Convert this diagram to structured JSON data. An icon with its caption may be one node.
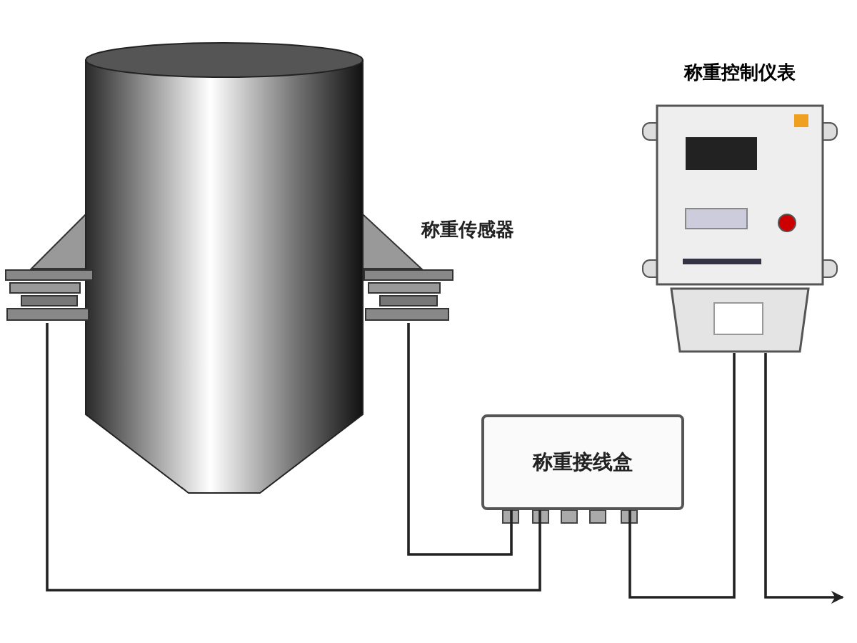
{
  "diagram": {
    "nodes": [
      {
        "text": [],
        "shape": "picture"
      },
      {
        "text": [],
        "shape": "picture"
      },
      {
        "text": [
          "称重接线盒"
        ]
      },
      {
        "text": [
          "称重控制仪表"
        ]
      }
    ],
    "edges": [
      {
        "from": 0,
        "to": 2,
        "arrow": "none"
      },
      {
        "from": 1,
        "to": 2,
        "arrow": "none"
      },
      {
        "from": 2,
        "to": 3,
        "arrow": "none"
      },
      {
        "from": 3,
        "to": null,
        "arrow": "to"
      }
    ],
    "labels": [
      "称重传感器"
    ]
  }
}
